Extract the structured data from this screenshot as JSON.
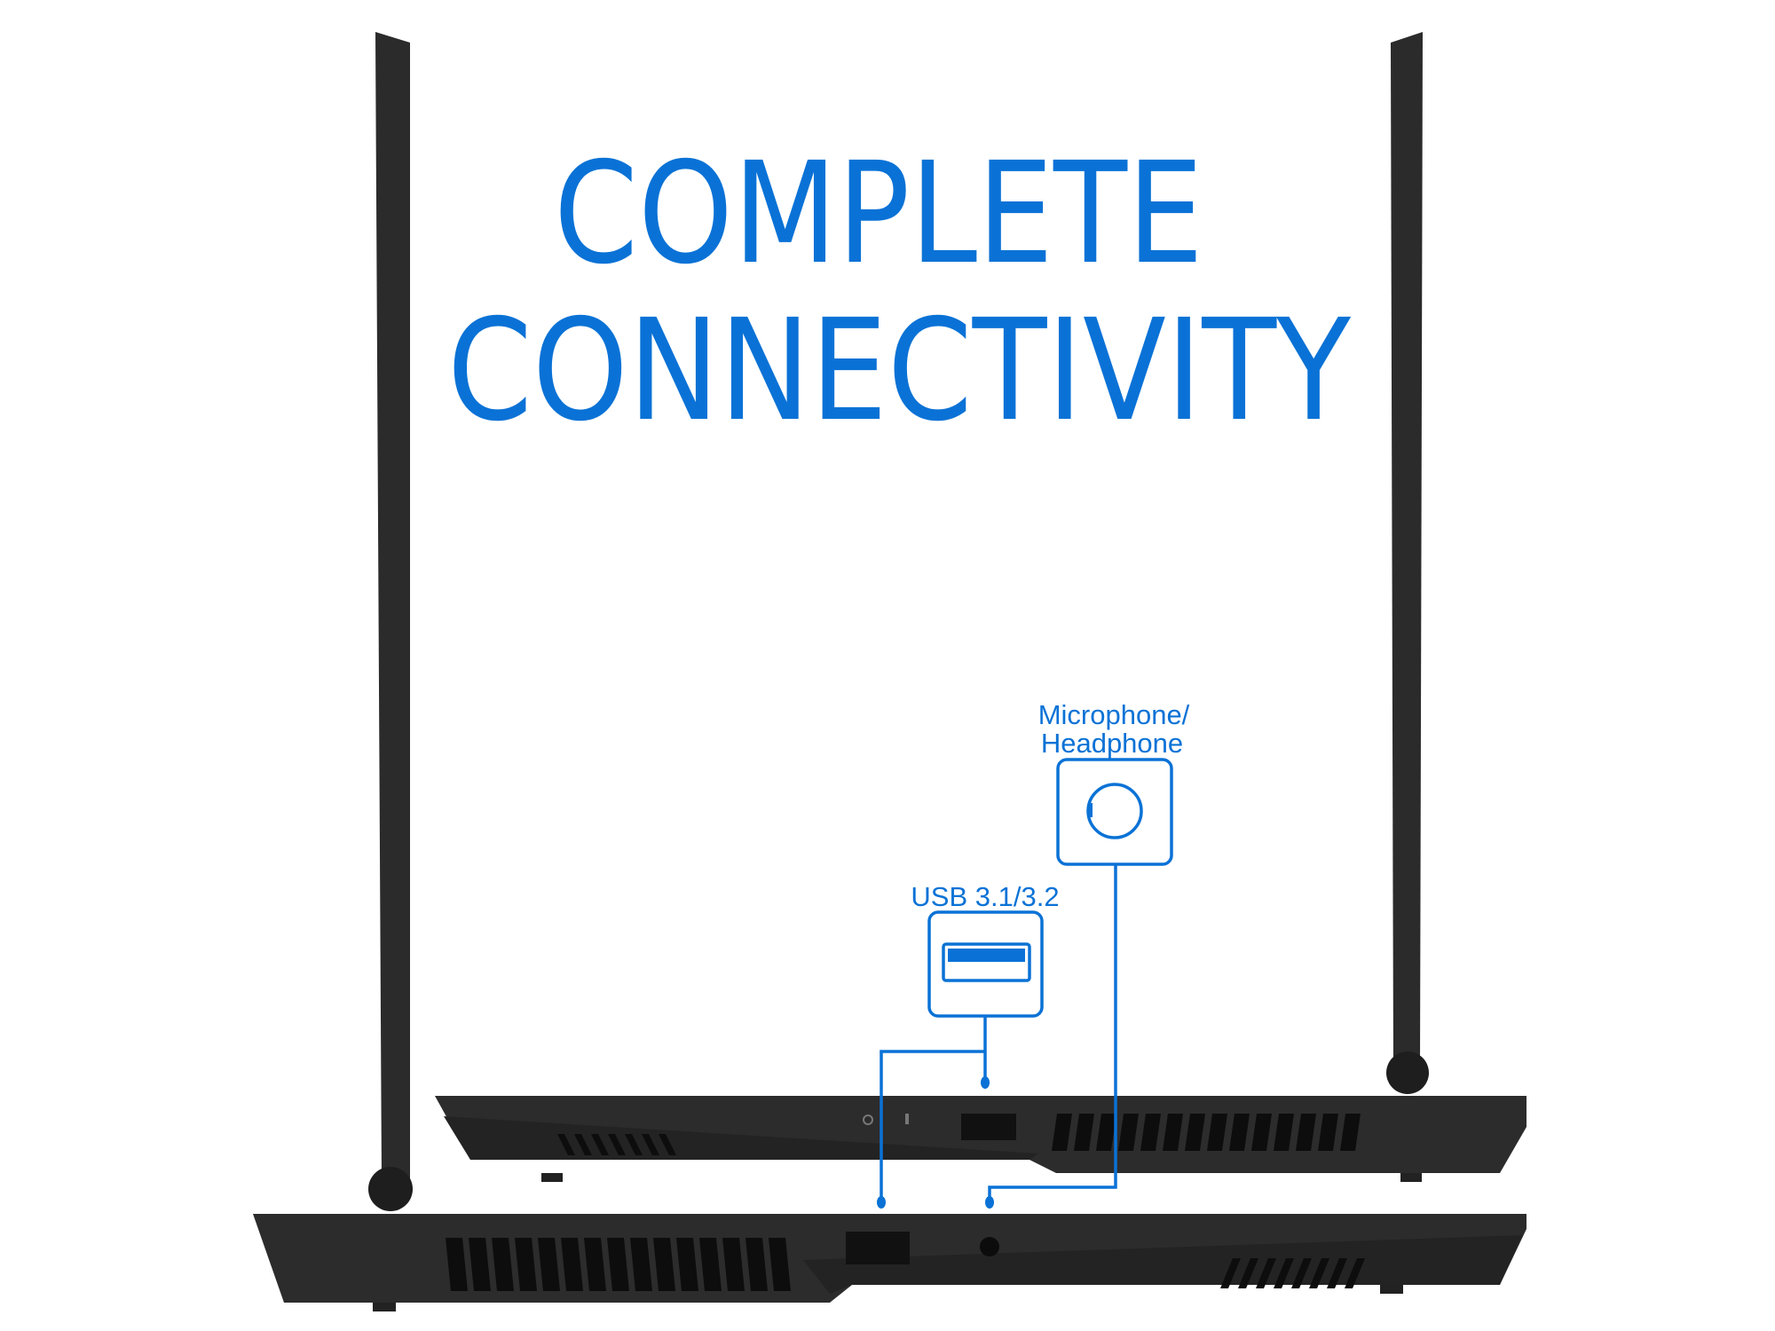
{
  "title": {
    "line1": "COMPLETE",
    "line2": "CONNECTIVITY"
  },
  "callouts": {
    "audio": {
      "line1": "Microphone/",
      "line2": "Headphone",
      "icon": "audio-jack-icon"
    },
    "usb": {
      "label": "USB 3.1/3.2",
      "icon": "usb-port-icon"
    }
  },
  "colors": {
    "accent": "#0a72d6",
    "laptop": "#2a2a2a",
    "vent": "#0d0d0d"
  }
}
